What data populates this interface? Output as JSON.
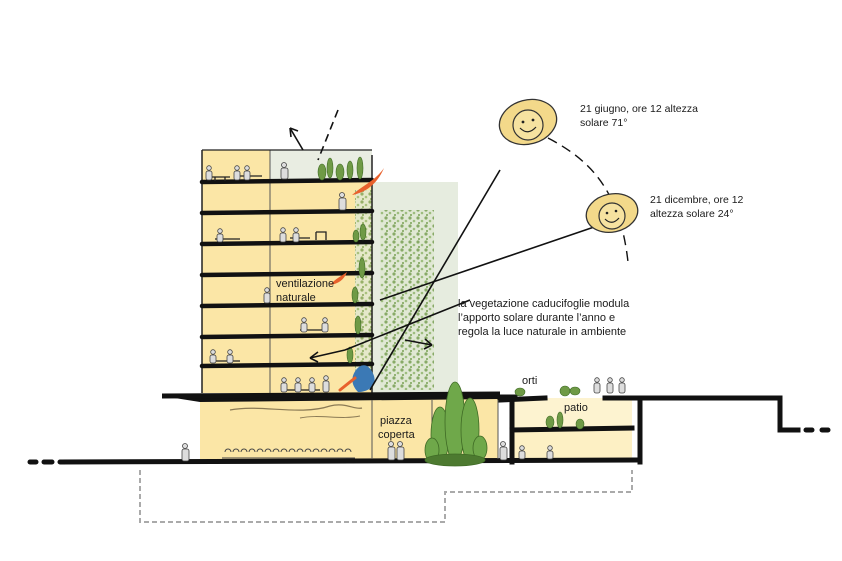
{
  "labels": {
    "sun_summer": [
      "21 giugno, ore 12 altezza",
      "solare 71°"
    ],
    "sun_winter": [
      "21 dicembre, ore 12",
      "altezza solare 24°"
    ],
    "vegetation": [
      "la vegetazione caducifoglie modula",
      "l’apporto solare durante l’anno e",
      "regola la luce naturale in ambiente"
    ],
    "ventilation": [
      "ventilazione",
      "naturale"
    ],
    "piazza": [
      "piazza",
      "coperta"
    ],
    "orti": "orti",
    "patio": "patio"
  },
  "colors": {
    "floor_fill": "#fbe6a6",
    "floor_fill_light": "#fdf0c4",
    "slab": "#111111",
    "vegetation": "#6f9a46",
    "vegetation_light": "#b9cf9a",
    "sun_fill": "#f3d98a",
    "glass": "#e6ecdf",
    "leaf_red": "#e8612c"
  },
  "icons": [
    "sun-summer-icon",
    "sun-winter-icon"
  ]
}
